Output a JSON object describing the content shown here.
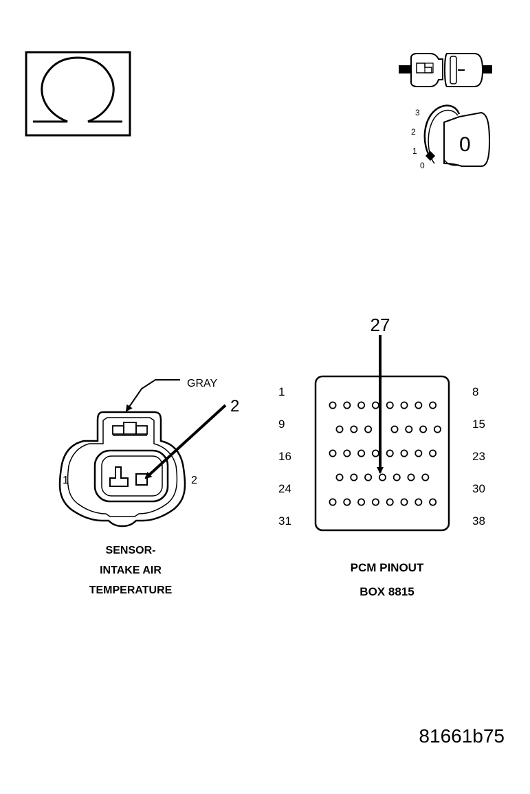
{
  "ohm_symbol": {
    "icon": "ohm-icon",
    "glyph": "Ω"
  },
  "connector_icon": {
    "icon": "connector-disconnect-icon"
  },
  "ignition_icon": {
    "icon": "ignition-key-icon",
    "positions": [
      "3",
      "2",
      "1",
      "0"
    ],
    "key_label": "0"
  },
  "sensor": {
    "wire_color": "GRAY",
    "callout_pin": "2",
    "pin_left": "1",
    "pin_right": "2",
    "caption": [
      "SENSOR-",
      "INTAKE AIR",
      "TEMPERATURE"
    ]
  },
  "pcm": {
    "callout_pin": "27",
    "row_labels_left": [
      "1",
      "9",
      "16",
      "24",
      "31"
    ],
    "row_labels_right": [
      "8",
      "15",
      "23",
      "30",
      "38"
    ],
    "caption": [
      "PCM PINOUT",
      "BOX 8815"
    ],
    "row_pin_counts": [
      8,
      7,
      8,
      7,
      8
    ]
  },
  "figure_id": "81661b75"
}
